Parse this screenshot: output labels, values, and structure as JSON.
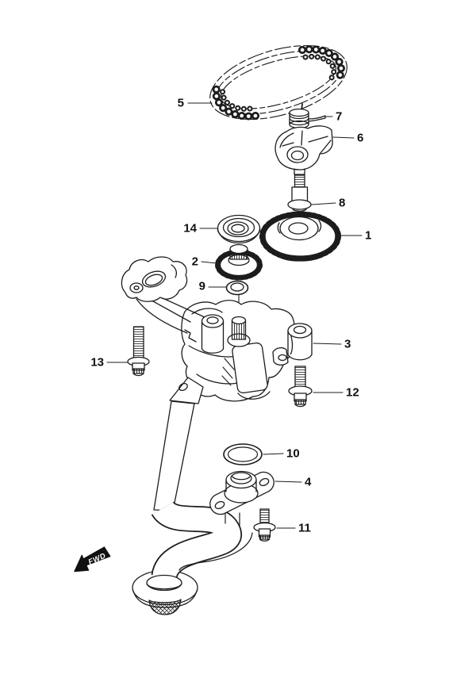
{
  "colors": {
    "background": "#ffffff",
    "line": "#1c1c1c",
    "label": "#111111",
    "fwd_bg": "#111111",
    "fwd_text": "#ffffff"
  },
  "fwd": "FWD",
  "callouts": [
    "1",
    "2",
    "3",
    "4",
    "5",
    "6",
    "7",
    "8",
    "9",
    "10",
    "11",
    "12",
    "13",
    "14"
  ]
}
